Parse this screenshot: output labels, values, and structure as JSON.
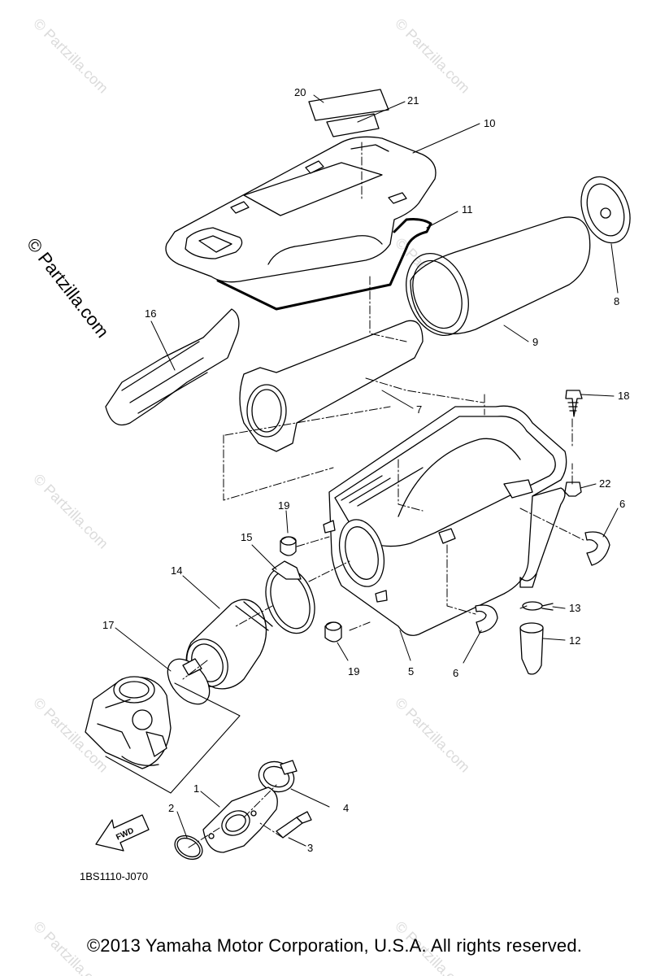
{
  "callouts": {
    "c1": "1",
    "c2": "2",
    "c3": "3",
    "c4": "4",
    "c5": "5",
    "c6a": "6",
    "c6b": "6",
    "c7": "7",
    "c8": "8",
    "c9": "9",
    "c10": "10",
    "c11": "11",
    "c12": "12",
    "c13": "13",
    "c14": "14",
    "c15": "15",
    "c16": "16",
    "c17": "17",
    "c18": "18",
    "c19a": "19",
    "c19b": "19",
    "c20": "20",
    "c21": "21",
    "c22": "22"
  },
  "fwd_label": "FWD",
  "diagram_code": "1BS1110-J070",
  "watermark_side": "© Partzilla.com",
  "watermark_tile": "© Partzilla.com",
  "copyright": "©2013  Yamaha Motor Corporation, U.S.A. All rights reserved."
}
